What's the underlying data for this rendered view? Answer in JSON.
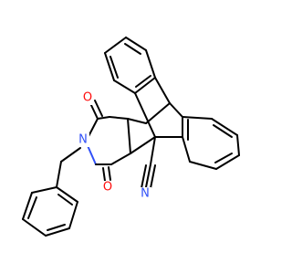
{
  "molecule": {
    "atoms": {
      "oxygen_top": "O",
      "oxygen_bottom": "O",
      "imide_nitrogen": "N",
      "nitrile_nitrogen": "N"
    },
    "colors": {
      "bond": "#000000",
      "oxygen": "#ff0d0d",
      "nitrogen": "#3050f8",
      "background": "#ffffff"
    }
  }
}
